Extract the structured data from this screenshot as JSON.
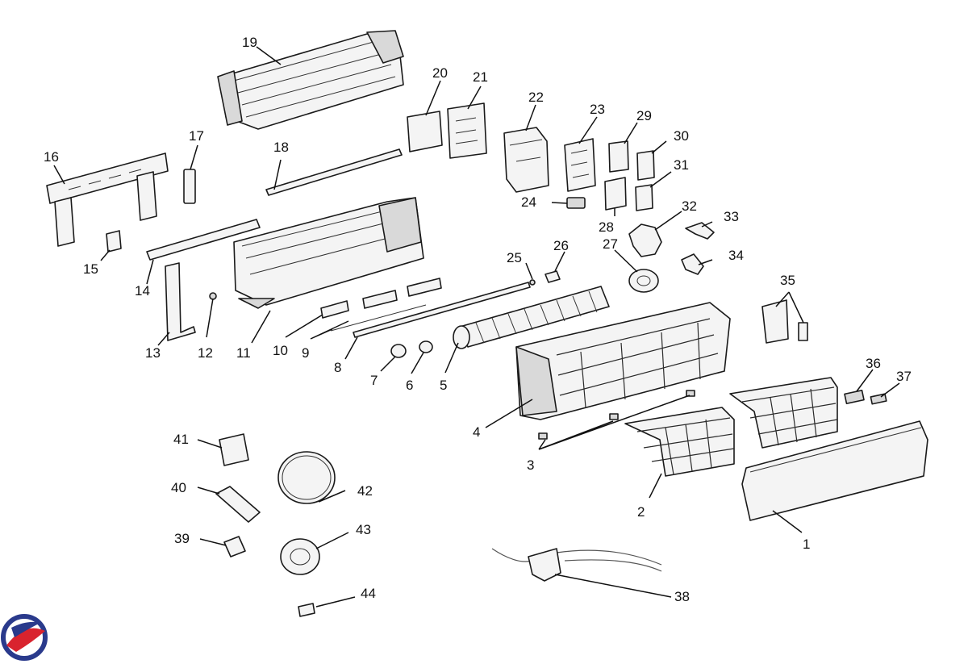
{
  "diagram": {
    "callouts": [
      "1",
      "2",
      "3",
      "4",
      "5",
      "6",
      "7",
      "8",
      "9",
      "10",
      "11",
      "12",
      "13",
      "14",
      "15",
      "16",
      "17",
      "18",
      "19",
      "20",
      "21",
      "22",
      "23",
      "24",
      "25",
      "26",
      "27",
      "28",
      "29",
      "30",
      "31",
      "32",
      "33",
      "34",
      "35",
      "36",
      "37",
      "38",
      "39",
      "40",
      "41",
      "42",
      "43",
      "44"
    ]
  },
  "logo": {
    "colors": {
      "red": "#d9232e",
      "blue": "#2a3a8c"
    }
  }
}
